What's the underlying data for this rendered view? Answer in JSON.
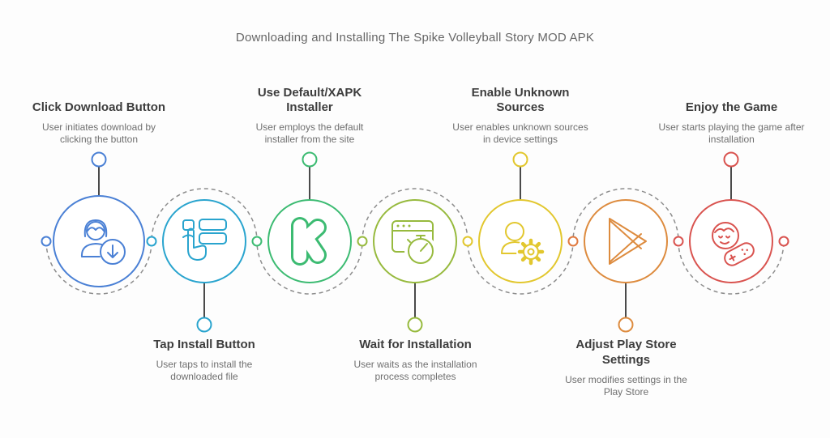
{
  "title": "Downloading and Installing The Spike Volleyball Story MOD APK",
  "steps": [
    {
      "id": 1,
      "title": "Click Download Button",
      "description": "User initiates download by clicking the button",
      "color": "#4a80d5",
      "icon": "user-download-icon",
      "label_position": "top"
    },
    {
      "id": 2,
      "title": "Tap Install Button",
      "description": "User taps to install the downloaded file",
      "color": "#29a4ce",
      "icon": "tap-install-icon",
      "label_position": "bottom"
    },
    {
      "id": 3,
      "title": "Use Default/XAPK Installer",
      "description": "User employs the default installer from the site",
      "color": "#3cbb72",
      "icon": "xapk-installer-icon",
      "label_position": "top"
    },
    {
      "id": 4,
      "title": "Wait for Installation",
      "description": "User waits as the installation process completes",
      "color": "#97ba3e",
      "icon": "installation-timer-icon",
      "label_position": "bottom"
    },
    {
      "id": 5,
      "title": "Enable Unknown Sources",
      "description": "User enables unknown sources in device settings",
      "color": "#e2c72e",
      "icon": "user-settings-icon",
      "label_position": "top"
    },
    {
      "id": 6,
      "title": "Adjust Play Store Settings",
      "description": "User modifies settings in the Play Store",
      "color": "#dd8b3e",
      "icon": "play-store-icon",
      "label_position": "bottom"
    },
    {
      "id": 7,
      "title": "Enjoy the Game",
      "description": "User starts playing the game after installation",
      "color": "#d9534f",
      "icon": "gamer-icon",
      "label_position": "top"
    }
  ],
  "connector_dots": [
    "#4a80d5",
    "#29a4ce",
    "#3cbb72",
    "#97ba3e",
    "#e2c72e",
    "#e0793f",
    "#d9534f",
    "#d9534f"
  ]
}
